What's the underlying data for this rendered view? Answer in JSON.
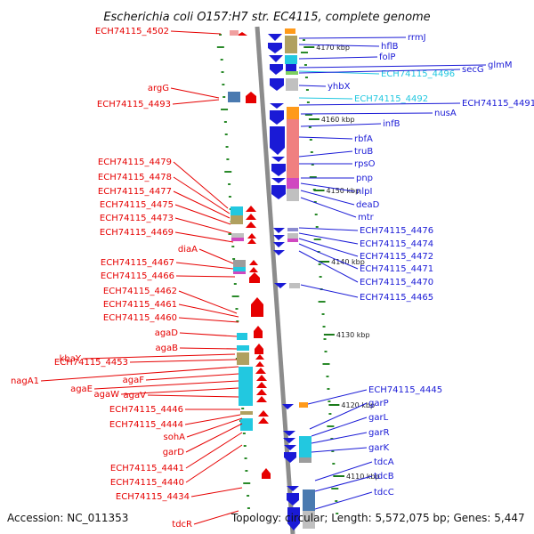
{
  "title": "Escherichia coli O157:H7 str. EC4115, complete genome",
  "footer": {
    "accession": "Accession: NC_011353",
    "topology": "Topology: circular; Length: 5,572,075 bp; Genes: 5,447"
  },
  "colors": {
    "forward": "#e60000",
    "reverse": "#1a1ad6",
    "highlight": "#22c8e0",
    "backbone": "#8c8c8c"
  },
  "ticks": [
    "4170 kbp",
    "4160 kbp",
    "4150 kbp",
    "4140 kbp",
    "4130 kbp",
    "4120 kbp",
    "4110 kbp"
  ],
  "left_labels": [
    "ECH74115_4502",
    "argG",
    "ECH74115_4493",
    "ECH74115_4479",
    "ECH74115_4478",
    "ECH74115_4477",
    "ECH74115_4475",
    "ECH74115_4473",
    "ECH74115_4469",
    "diaA",
    "ECH74115_4467",
    "ECH74115_4466",
    "ECH74115_4462",
    "ECH74115_4461",
    "ECH74115_4460",
    "agaD",
    "agaB",
    "kbaY",
    "ECH74115_4453",
    "nagA1",
    "agaF",
    "agaE",
    "agaW",
    "agaV",
    "ECH74115_4446",
    "ECH74115_4444",
    "sohA",
    "garD",
    "ECH74115_4441",
    "ECH74115_4440",
    "ECH74115_4434",
    "tdcR"
  ],
  "right_labels": [
    "rrmJ",
    "hflB",
    "folP",
    "glmM",
    "ECH74115_4496",
    "secG",
    "yhbX",
    "ECH74115_4492",
    "ECH74115_4491",
    "nusA",
    "infB",
    "rbfA",
    "truB",
    "rpsO",
    "pnp",
    "nlpI",
    "deaD",
    "mtr",
    "ECH74115_4476",
    "ECH74115_4474",
    "ECH74115_4472",
    "ECH74115_4471",
    "ECH74115_4470",
    "ECH74115_4465",
    "ECH74115_4445",
    "garP",
    "garL",
    "garR",
    "garK",
    "tdcA",
    "tdcB",
    "tdcC"
  ]
}
